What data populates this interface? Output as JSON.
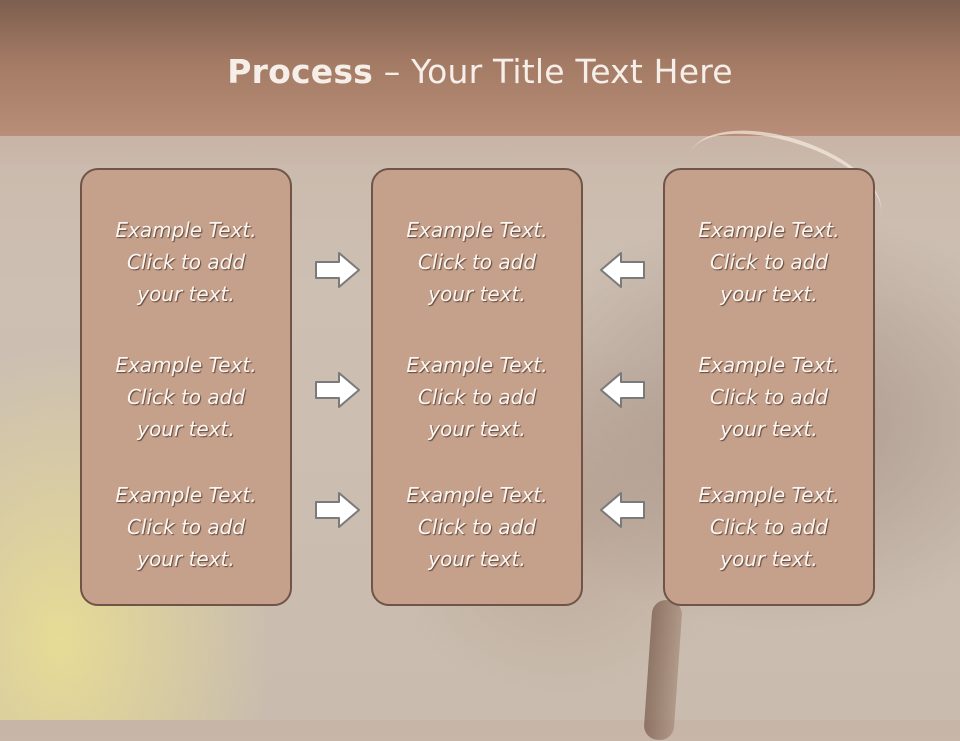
{
  "slide": {
    "title_bold": "Process",
    "title_rest": " – Your Title Text Here"
  },
  "columns": [
    {
      "items": [
        {
          "line1": "Example Text.",
          "line2": "Click  to add",
          "line3": "your text."
        },
        {
          "line1": "Example Text.",
          "line2": "Click  to add",
          "line3": "your text."
        },
        {
          "line1": "Example Text.",
          "line2": "Click  to add",
          "line3": "your text."
        }
      ]
    },
    {
      "items": [
        {
          "line1": "Example Text.",
          "line2": "Click  to add",
          "line3": "your text."
        },
        {
          "line1": "Example Text.",
          "line2": "Click  to add",
          "line3": "your text."
        },
        {
          "line1": "Example Text.",
          "line2": "Click  to add",
          "line3": "your text."
        }
      ]
    },
    {
      "items": [
        {
          "line1": "Example Text.",
          "line2": "Click  to add",
          "line3": "your text."
        },
        {
          "line1": "Example Text.",
          "line2": "Click  to add",
          "line3": "your text."
        },
        {
          "line1": "Example Text.",
          "line2": "Click  to add",
          "line3": "your text."
        }
      ]
    }
  ],
  "icons": {
    "left_arrows": "arrow-right-icon",
    "right_arrows": "arrow-left-icon"
  },
  "colors": {
    "header": "#a37a64",
    "box_fill": "#c5a08b",
    "box_border": "#6f5448",
    "text": "#fbf6f1"
  }
}
